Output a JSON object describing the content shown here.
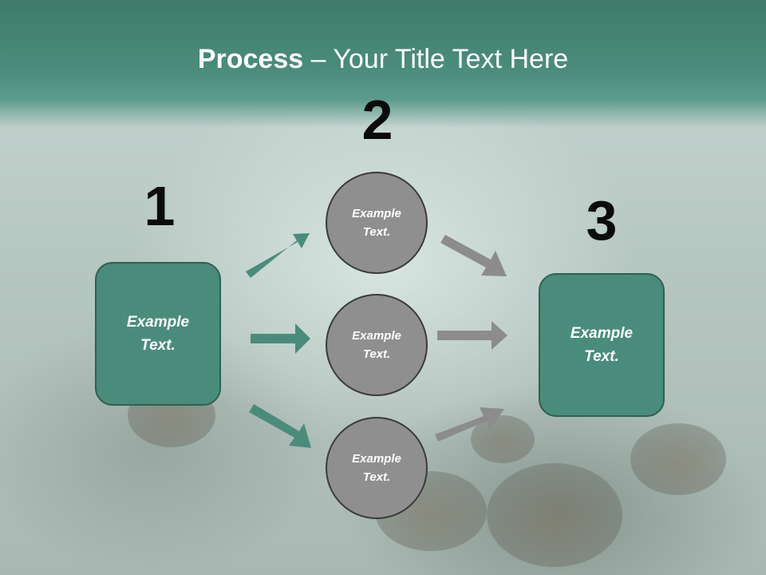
{
  "title": {
    "bold": "Process",
    "rest": " – Your Title Text Here"
  },
  "numbers": {
    "one": "1",
    "two": "2",
    "three": "3"
  },
  "left_box": {
    "text": "Example Text."
  },
  "right_box": {
    "text": "Example Text."
  },
  "circles": [
    {
      "text": "Example Text."
    },
    {
      "text": "Example Text."
    },
    {
      "text": "Example Text."
    }
  ],
  "colors": {
    "header": "#4a8d7c",
    "box_fill": "#4a8c7b",
    "circle_fill": "#8f8f8f",
    "teal_arrow": "#4a8c7b",
    "gray_arrow": "#8c8c8c"
  }
}
